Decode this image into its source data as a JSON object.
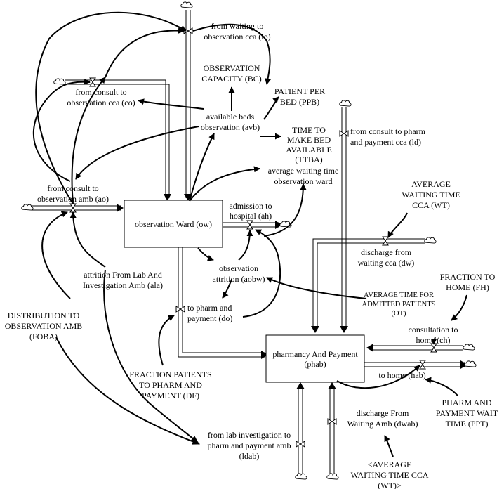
{
  "stocks": {
    "observation_ward": "observation Ward (ow)",
    "pharmacy_payment": [
      "pharmancy And Payment",
      "(phab)"
    ]
  },
  "flows": {
    "from_waiting_to_observation_cca": [
      "from waiting to",
      "observation cca (lo)"
    ],
    "from_consult_to_observation_cca": [
      "from consult to",
      "observation cca (co)"
    ],
    "from_consult_to_observation_amb": [
      "from consult to",
      "observation amb (ao)"
    ],
    "admission_to_hospital": [
      "admission to",
      "hospital (ah)"
    ],
    "observation_attrition": [
      "observation",
      "attrition (aobw)"
    ],
    "to_pharm_and_payment": [
      "to pharm and",
      "payment (do)"
    ],
    "from_consult_to_pharm_cca": [
      "from consult to pharm",
      "and payment cca (ld)"
    ],
    "discharge_from_waiting_cca": [
      "discharge from",
      "waiting cca (dw)"
    ],
    "consultation_to_home": [
      "consultation to",
      "home (ch)"
    ],
    "to_home": "to home (hab)",
    "discharge_from_waiting_amb": [
      "discharge From",
      "Waiting Amb (dwab)"
    ],
    "from_lab_investigation": [
      "from lab investigation to",
      "pharm and payment amb",
      "(ldab)"
    ]
  },
  "variables": {
    "observation_capacity": [
      "OBSERVATION",
      "CAPACITY (BC)"
    ],
    "patient_per_bed": [
      "PATIENT PER",
      "BED (PPB)"
    ],
    "available_beds": [
      "available beds",
      "observation (avb)"
    ],
    "time_to_make_bed_available": [
      "TIME TO",
      "MAKE BED",
      "AVAILABLE",
      "(TTBA)"
    ],
    "average_waiting_time_observation": [
      "average waiting time",
      "observation ward"
    ],
    "average_waiting_time_cca": [
      "AVERAGE",
      "WAITING TIME",
      "CCA (WT)"
    ],
    "fraction_to_home": [
      "FRACTION TO",
      "HOME (FH)"
    ],
    "average_time_admitted": [
      "AVERAGE TIME FOR",
      "ADMITTED PATIENTS",
      "(OT)"
    ],
    "attrition_from_lab": [
      "attrition From Lab And",
      "Investigation Amb (ala)"
    ],
    "distribution_to_observation_amb": [
      "DISTRIBUTION TO",
      "OBSERVATION AMB",
      "(FOBA)"
    ],
    "fraction_patients_to_pharm": [
      "FRACTION PATIENTS",
      "TO PHARM AND",
      "PAYMENT (DF)"
    ],
    "pharm_payment_wait_time": [
      "PHARM AND",
      "PAYMENT WAIT",
      "TIME (PPT)"
    ],
    "average_waiting_time_cca_shadow": [
      "<AVERAGE",
      "WAITING TIME CCA",
      "(WT)>"
    ]
  },
  "colors": {
    "line": "#000000",
    "background": "#ffffff"
  }
}
